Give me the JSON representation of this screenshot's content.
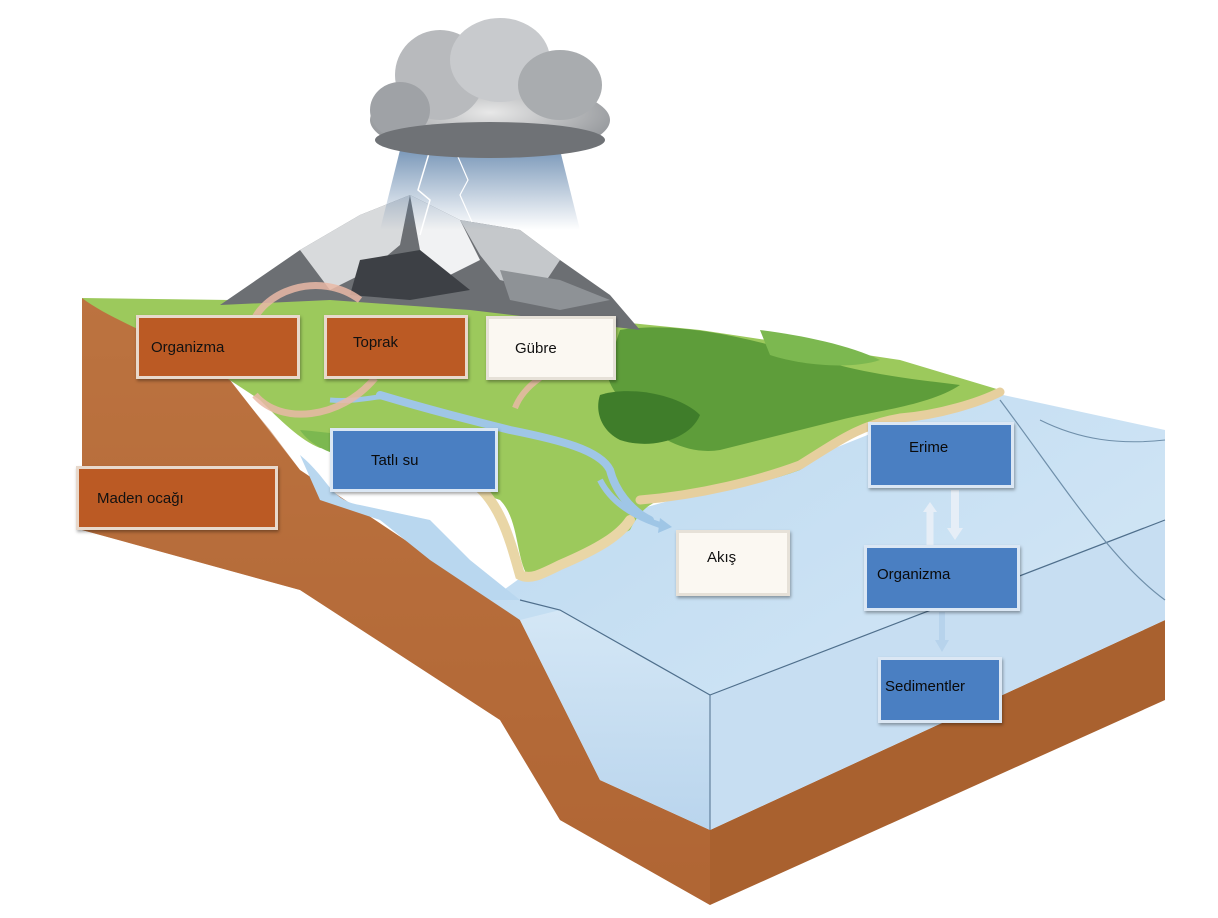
{
  "labels": {
    "land_organism": "Organizma",
    "soil": "Toprak",
    "fertilizer": "Gübre",
    "mine": "Maden ocağı",
    "freshwater": "Tatlı su",
    "runoff": "Akış",
    "dissolution": "Erime",
    "sea_organism": "Organizma",
    "sediments": "Sedimentler"
  },
  "colors": {
    "land_box": "#bb5a24",
    "water_box": "#4a7fc2",
    "neutral_box": "#fbf8f2",
    "soil_side": "#b9703f",
    "sea_water": "#cfe3f3",
    "land_green": "#9cc95c"
  }
}
